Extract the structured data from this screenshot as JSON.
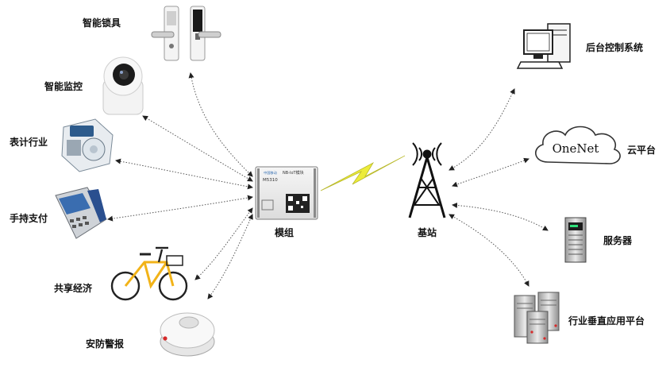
{
  "devices": {
    "smart_lock": "智能锁具",
    "smart_camera": "智能监控",
    "meter": "表计行业",
    "pos_terminal": "手持支付",
    "shared_bike": "共享经济",
    "smoke_alarm": "安防警报"
  },
  "center": {
    "module_label": "模组",
    "base_station_label": "基站",
    "module_chip": {
      "brand": "中国移动",
      "title": "NB-IoT模块",
      "model": "M5310"
    }
  },
  "platforms": {
    "backend": "后台控制系统",
    "cloud_label": "云平台",
    "cloud_name": "OneNet",
    "server": "服务器",
    "industry_platform": "行业垂直应用平台"
  },
  "colors": {
    "connector": "#555555",
    "signal": "#e8e84a",
    "tower": "#111111",
    "bike": "#f2b318"
  }
}
